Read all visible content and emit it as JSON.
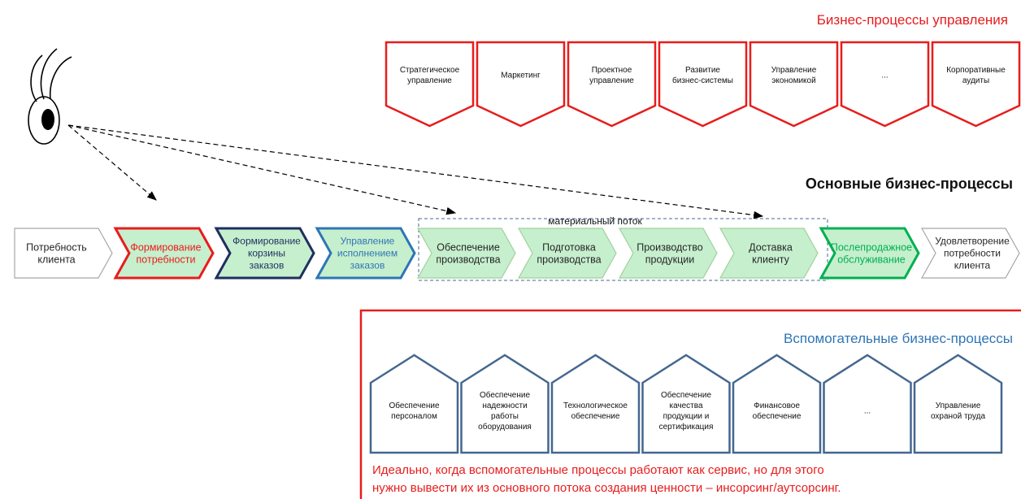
{
  "management": {
    "title": "Бизнес-процессы управления",
    "color": "#e81c1c",
    "items": [
      {
        "lines": [
          "Стратегическое",
          "управление"
        ]
      },
      {
        "lines": [
          "Маркетинг"
        ]
      },
      {
        "lines": [
          "Проектное",
          "управление"
        ]
      },
      {
        "lines": [
          "Развитие",
          "бизнес-системы"
        ]
      },
      {
        "lines": [
          "Управление",
          "экономикой"
        ]
      },
      {
        "lines": [
          "..."
        ]
      },
      {
        "lines": [
          "Корпоративные",
          "аудиты"
        ]
      }
    ]
  },
  "core": {
    "title": "Основные бизнес-процессы",
    "material_flow_label": "материальный поток",
    "steps": [
      {
        "lines": [
          "Потребность",
          "клиента"
        ],
        "fill": "#ffffff",
        "stroke": "#a6a6a6",
        "text_color": "#262626"
      },
      {
        "lines": [
          "Формирование",
          "потребности"
        ],
        "fill": "#c6efce",
        "stroke": "#e81c1c",
        "text_color": "#e81c1c"
      },
      {
        "lines": [
          "Формирование",
          "корзины",
          "заказов"
        ],
        "fill": "#c6efce",
        "stroke": "#1f2f5f",
        "text_color": "#1f2f5f"
      },
      {
        "lines": [
          "Управление",
          "исполнением",
          "заказов"
        ],
        "fill": "#c6efce",
        "stroke": "#2e75b6",
        "text_color": "#2e75b6"
      },
      {
        "lines": [
          "Обеспечение",
          "производства"
        ],
        "fill": "#c6efce",
        "stroke": "#9fd19a",
        "text_color": "#262626"
      },
      {
        "lines": [
          "Подготовка",
          "производства"
        ],
        "fill": "#c6efce",
        "stroke": "#9fd19a",
        "text_color": "#262626"
      },
      {
        "lines": [
          "Производство",
          "продукции"
        ],
        "fill": "#c6efce",
        "stroke": "#9fd19a",
        "text_color": "#262626"
      },
      {
        "lines": [
          "Доставка",
          "клиенту"
        ],
        "fill": "#c6efce",
        "stroke": "#9fd19a",
        "text_color": "#262626"
      },
      {
        "lines": [
          "Послепродажное",
          "обслуживание"
        ],
        "fill": "#c6efce",
        "stroke": "#00b050",
        "text_color": "#00b050"
      },
      {
        "lines": [
          "Удовлетворение",
          "потребности",
          "клиента"
        ],
        "fill": "#ffffff",
        "stroke": "#a6a6a6",
        "text_color": "#262626"
      }
    ]
  },
  "support": {
    "title": "Вспомогательные бизнес-процессы",
    "title_color": "#2e75b6",
    "frame_color": "#e81c1c",
    "house_color": "#44678f",
    "items": [
      {
        "lines": [
          "Обеспечение",
          "персоналом"
        ]
      },
      {
        "lines": [
          "Обеспечение",
          "надежности",
          "работы",
          "оборудования"
        ]
      },
      {
        "lines": [
          "Технологическое",
          "обеспечение"
        ]
      },
      {
        "lines": [
          "Обеспечение",
          "качества",
          "продукции и",
          "сертификация"
        ]
      },
      {
        "lines": [
          "Финансовое",
          "обеспечение"
        ]
      },
      {
        "lines": [
          "..."
        ]
      },
      {
        "lines": [
          "Управление",
          "охраной труда"
        ]
      }
    ],
    "note_lines": [
      "Идеально, когда вспомогательные процессы работают как сервис, но для этого",
      "нужно вывести их из основного потока создания ценности – инсорсинг/аутсорсинг."
    ],
    "note_color": "#e81c1c"
  },
  "observer": {
    "icon": "eye-icon"
  }
}
